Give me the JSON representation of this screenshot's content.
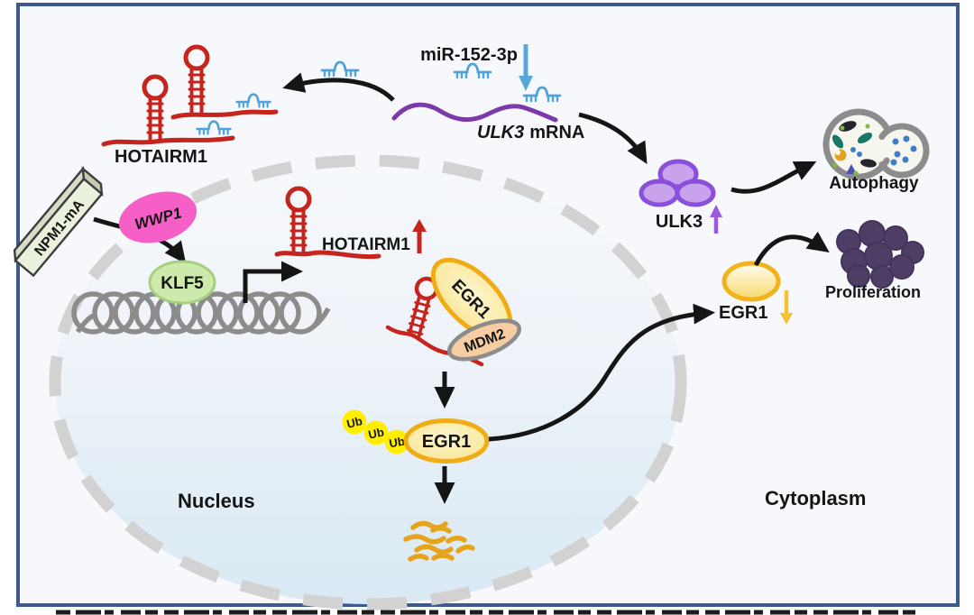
{
  "figure": {
    "mir152": {
      "label": "miR-152-3p"
    },
    "ulk3_mrna": {
      "gene": "ULK3",
      "suffix": "mRNA"
    },
    "hotairm1_sponge": {
      "label": "HOTAIRM1"
    },
    "npm1": {
      "label": "NPM1-mA"
    },
    "wwp1": {
      "label": "WWP1"
    },
    "klf5": {
      "label": "KLF5"
    },
    "hotairm1_nascent": {
      "label": "HOTAIRM1"
    },
    "egr1_complex": {
      "egr1": "EGR1",
      "mdm2": "MDM2"
    },
    "ubiquitin": {
      "label": "Ub"
    },
    "egr1_ub": {
      "label": "EGR1"
    },
    "ulk3_protein": {
      "label": "ULK3"
    },
    "autophagy": {
      "label": "Autophagy"
    },
    "egr1_cyto": {
      "label": "EGR1"
    },
    "proliferation": {
      "label": "Proliferation"
    },
    "compartments": {
      "nucleus": "Nucleus",
      "cytoplasm": "Cytoplasm"
    }
  },
  "colors": {
    "frame_border": "#3b5b90",
    "background": "#f6f8fb",
    "rna_red": "#c5251c",
    "mirna_blue": "#4fa3da",
    "mrna_purple": "#7b3aa8",
    "ulk3_fill": "#c9a2ec",
    "ulk3_stroke": "#8a50dc",
    "egr1_border_yellow": "#f0ac14",
    "mdm2_tan": "#f6cda2",
    "wwp1_pink": "#f65fc6",
    "klf5_green": "#cde9ab",
    "npm1_green": "#eaf2de",
    "ub_yellow": "#ffee00",
    "degraded_gold": "#e6a41c",
    "proliferation_purple": "#4e3e66",
    "membrane_gray": "#d2d2d2",
    "arrow_black": "#151515"
  }
}
